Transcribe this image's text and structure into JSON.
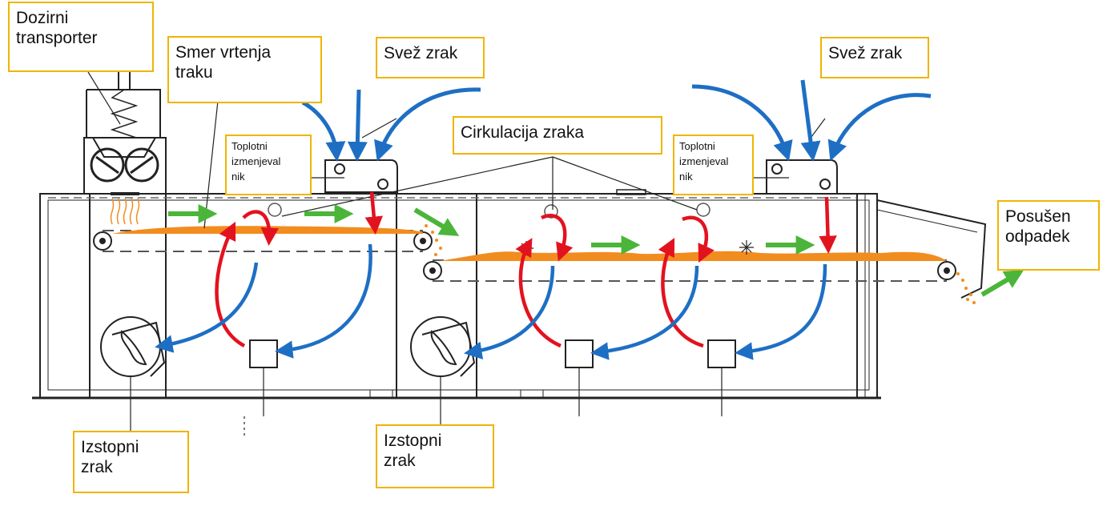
{
  "colors": {
    "outline": "#222222",
    "dashed": "#555555",
    "material": "#f28c1e",
    "hot_air": "#e3121f",
    "cool_air": "#1e6fc4",
    "flow": "#4bb53a",
    "label_border": "#f0b400"
  },
  "icons": [
    "fan-icon",
    "gear-icon",
    "roller-icon"
  ],
  "labels": {
    "dosing_conveyor": "Dozirni\ntransporter",
    "belt_direction": "Smer vrtenja\ntraku",
    "fresh_air_1": "Svež zrak",
    "fresh_air_2": "Svež zrak",
    "air_circulation": "Cirkulacija zraka",
    "heat_exchanger_1": "Toplotni\nizmenjeval\nnik",
    "heat_exchanger_2": "Toplotni\nizmenjeval\nnik",
    "dried_waste": "Posušen\nodpadek",
    "exhaust_air_1": "Izstopni\nzrak",
    "exhaust_air_2": "Izstopni\nzrak"
  }
}
